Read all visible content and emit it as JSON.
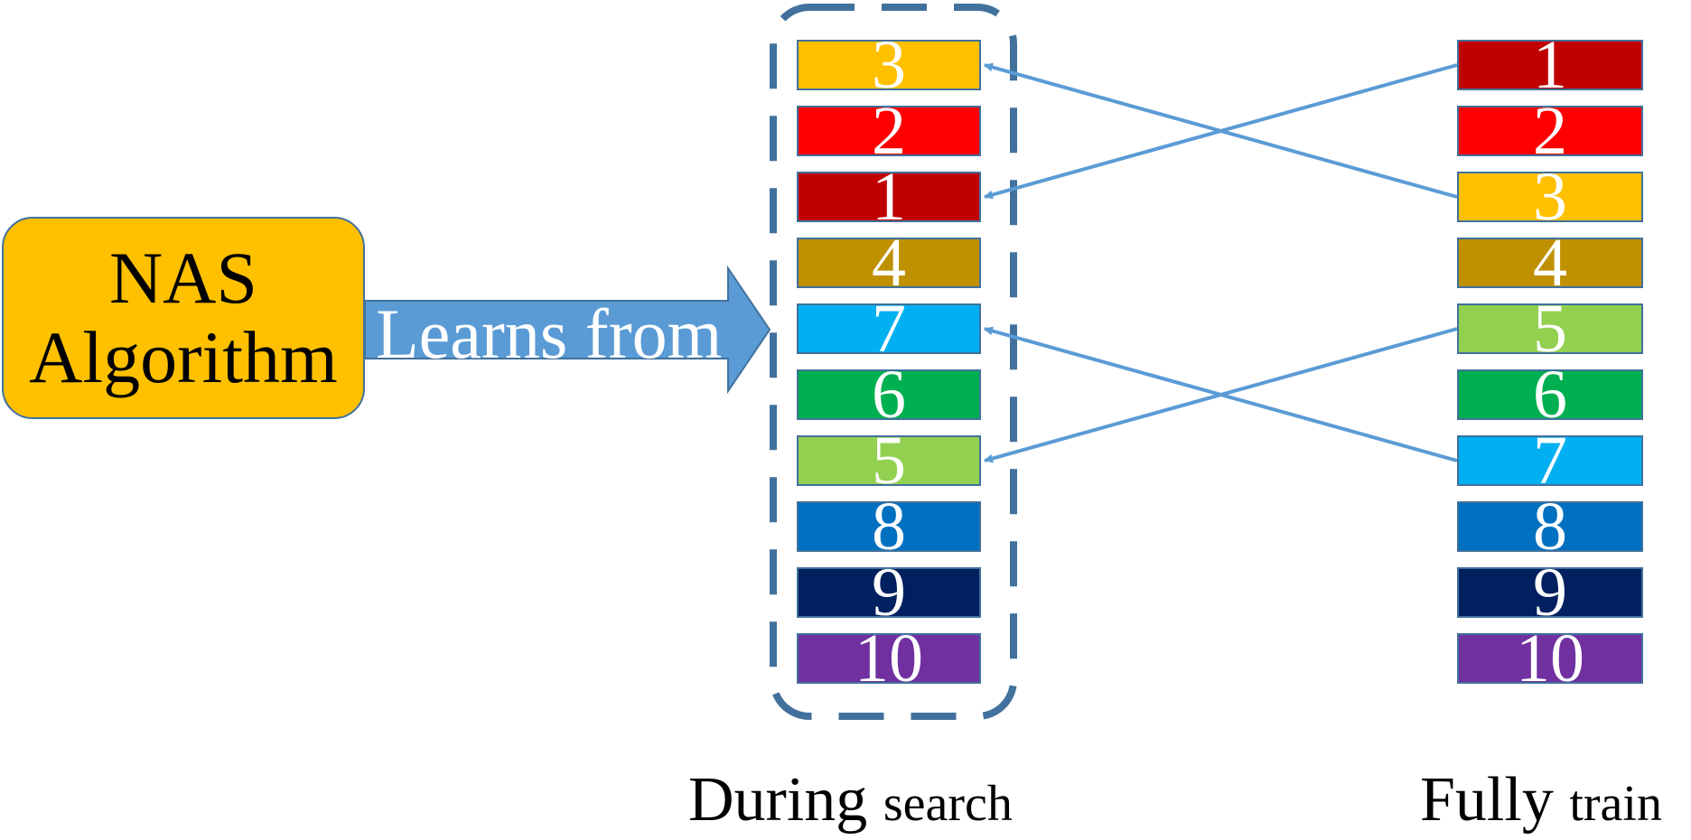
{
  "algorithm_box": {
    "line1": "NAS",
    "line2": "Algorithm"
  },
  "arrow_label": "Learns from",
  "colors": {
    "algorithm_fill": "#ffc000",
    "arrow_fill": "#5b9bd5",
    "dashed_frame": "#41719c",
    "ranks": {
      "1": "#c00000",
      "2": "#ff0000",
      "3": "#ffc000",
      "4": "#bf9000",
      "5": "#92d050",
      "6": "#00b050",
      "7": "#00b0f0",
      "8": "#0070c0",
      "9": "#002060",
      "10": "#7030a0"
    }
  },
  "during_search": {
    "caption_main": "During",
    "caption_rest": "search",
    "order": [
      "3",
      "2",
      "1",
      "4",
      "7",
      "6",
      "5",
      "8",
      "9",
      "10"
    ]
  },
  "fully_train": {
    "caption_main": "Fully",
    "caption_rest": "train",
    "order": [
      "1",
      "2",
      "3",
      "4",
      "5",
      "6",
      "7",
      "8",
      "9",
      "10"
    ]
  },
  "links": [
    {
      "from": "3",
      "to": "3"
    },
    {
      "from": "1",
      "to": "1"
    },
    {
      "from": "7",
      "to": "7"
    },
    {
      "from": "5",
      "to": "5"
    }
  ]
}
